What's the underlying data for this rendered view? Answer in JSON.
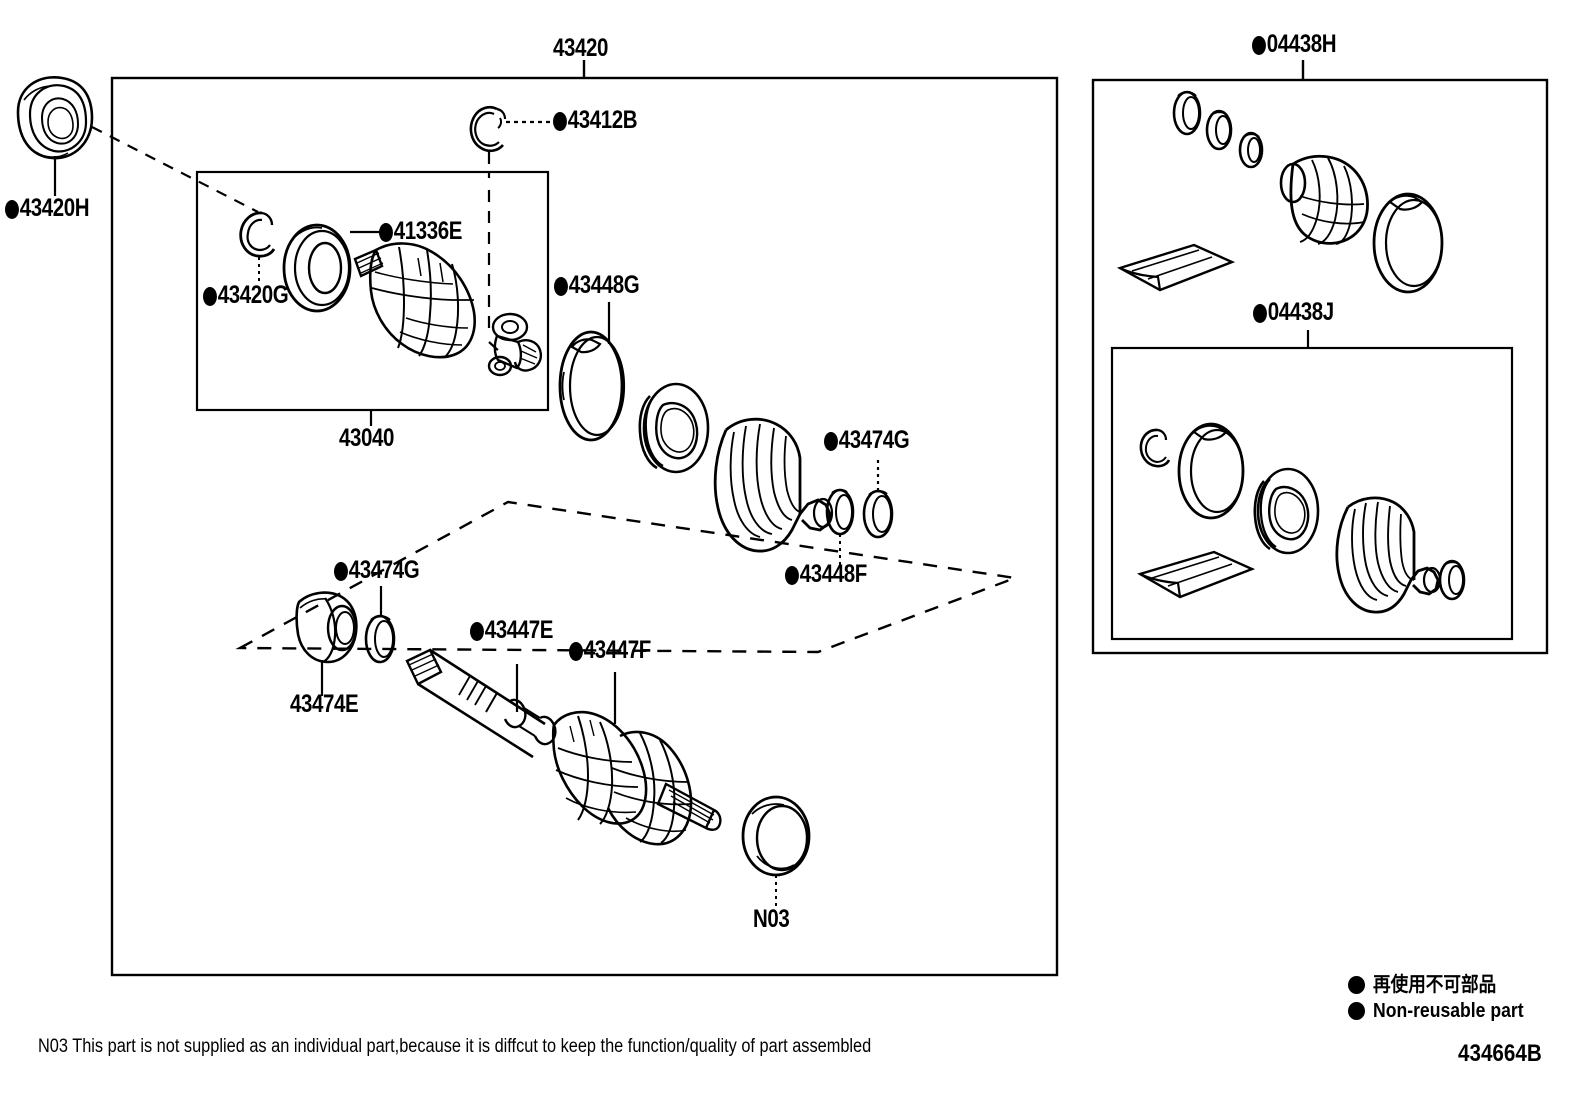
{
  "diagram": {
    "id_code": "434664B",
    "footnote": "N03 This part is not supplied as an  individual part,because it is diffcut to keep the function/quality of part assembled",
    "legend": [
      {
        "symbol": "filled-circle",
        "label": "再使用不可部品"
      },
      {
        "symbol": "filled-circle",
        "label": "Non-reusable part"
      }
    ]
  },
  "groups": {
    "main_assembly": {
      "label": "43420",
      "non_reusable": false
    },
    "inner_joint_kit": {
      "label": "43040",
      "non_reusable": false
    },
    "boot_kit_outer": {
      "label": "04438H",
      "non_reusable": true
    },
    "boot_kit_inner": {
      "label": "04438J",
      "non_reusable": true
    }
  },
  "callouts": [
    {
      "key": "c_43420h",
      "label": "43420H",
      "non_reusable": true,
      "part": "dust-seal"
    },
    {
      "key": "c_43412b",
      "label": "43412B",
      "non_reusable": true,
      "part": "snap-ring"
    },
    {
      "key": "c_41336e",
      "label": "41336E",
      "non_reusable": true,
      "part": "oil-seal-washer"
    },
    {
      "key": "c_43420g",
      "label": "43420G",
      "non_reusable": true,
      "part": "snap-ring"
    },
    {
      "key": "c_43448g",
      "label": "43448G",
      "non_reusable": true,
      "part": "boot-clamp-large"
    },
    {
      "key": "c_43474g_top",
      "label": "43474G",
      "non_reusable": true,
      "part": "boot-clamp-small"
    },
    {
      "key": "c_43448f",
      "label": "43448F",
      "non_reusable": true,
      "part": "boot-clamp"
    },
    {
      "key": "c_43474g_low",
      "label": "43474G",
      "non_reusable": true,
      "part": "boot-clamp-small"
    },
    {
      "key": "c_43474e",
      "label": "43474E",
      "non_reusable": false,
      "part": "dust-cover"
    },
    {
      "key": "c_43447e",
      "label": "43447E",
      "non_reusable": true,
      "part": "boot-clamp"
    },
    {
      "key": "c_43447f",
      "label": "43447F",
      "non_reusable": true,
      "part": "boot-clamp"
    },
    {
      "key": "c_n03",
      "label": "N03",
      "non_reusable": false,
      "part": "seal-ring"
    }
  ]
}
